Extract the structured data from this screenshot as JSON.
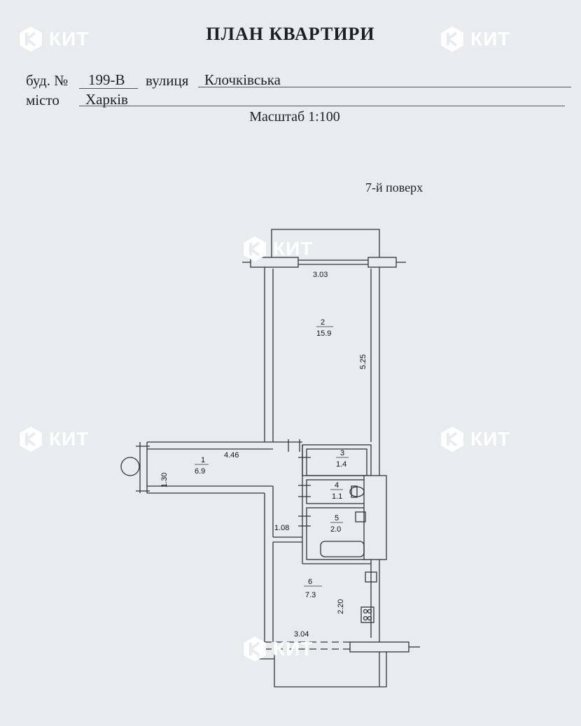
{
  "header": {
    "title": "ПЛАН КВАРТИРИ",
    "building_label": "буд. №",
    "building_value": "199-В",
    "street_label": "вулиця",
    "street_value": "Клочківська",
    "city_label": "місто",
    "city_value": "Харків",
    "scale": "Масштаб 1:100",
    "floor": "7-й поверх"
  },
  "watermark": {
    "text": "КИТ",
    "color": "#ffffff",
    "icon": "kit-logo-icon"
  },
  "plan": {
    "rooms": [
      {
        "number": "1",
        "area": "6.9"
      },
      {
        "number": "2",
        "area": "15.9"
      },
      {
        "number": "3",
        "area": "1.4"
      },
      {
        "number": "4",
        "area": "1.1"
      },
      {
        "number": "5",
        "area": "2.0"
      },
      {
        "number": "6",
        "area": "7.3"
      }
    ],
    "dimensions": {
      "d303": "3.03",
      "d525": "5.25",
      "d446": "4.46",
      "d130": "1.30",
      "d108": "1.08",
      "d220": "2.20",
      "d304": "3.04"
    }
  }
}
